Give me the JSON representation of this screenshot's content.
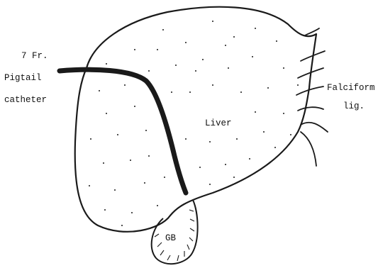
{
  "labels": {
    "catheter_line1": "7 Fr.",
    "catheter_line2": "Pigtail",
    "catheter_line3": "catheter",
    "liver": "Liver",
    "falciform_line1": "Falciform",
    "falciform_line2": "lig.",
    "gallbladder": "GB"
  },
  "colors": {
    "ink": "#1a1a1a",
    "background": "#ffffff"
  }
}
